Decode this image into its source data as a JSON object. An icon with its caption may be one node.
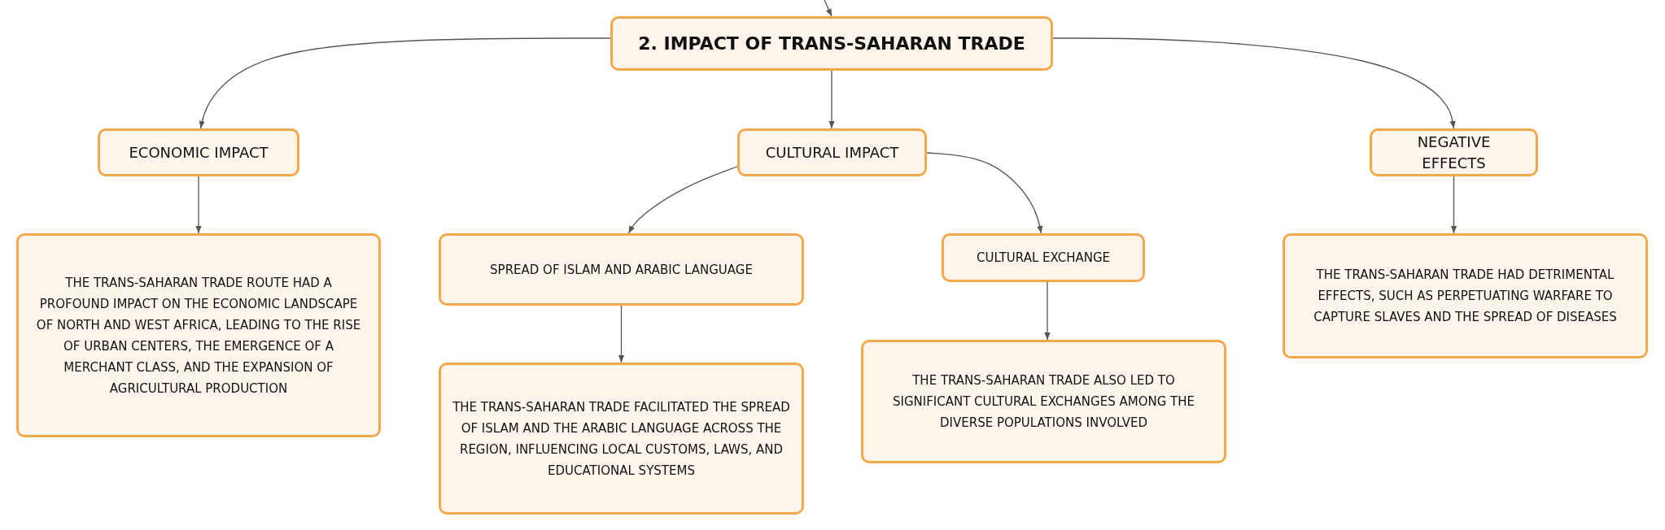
{
  "diagram": {
    "nodes": [
      {
        "text": [
          "2. IMPACT OF TRANS-SAHARAN TRADE"
        ]
      },
      {
        "text": [
          "ECONOMIC IMPACT"
        ]
      },
      {
        "text": [
          "CULTURAL IMPACT"
        ]
      },
      {
        "text": [
          "NEGATIVE EFFECTS"
        ]
      },
      {
        "text": [
          "THE TRANS-SAHARAN TRADE ROUTE HAD A PROFOUND IMPACT ON THE ECONOMIC LANDSCAPE OF NORTH AND WEST AFRICA, LEADING TO THE RISE OF URBAN CENTERS, THE EMERGENCE OF A MERCHANT CLASS, AND THE EXPANSION OF AGRICULTURAL PRODUCTION"
        ]
      },
      {
        "text": [
          "SPREAD OF ISLAM AND ARABIC LANGUAGE"
        ]
      },
      {
        "text": [
          "CULTURAL EXCHANGE"
        ]
      },
      {
        "text": [
          "THE TRANS-SAHARAN TRADE HAD DETRIMENTAL EFFECTS, SUCH AS PERPETUATING WARFARE TO CAPTURE SLAVES AND THE SPREAD OF DISEASES"
        ]
      },
      {
        "text": [
          "THE TRANS-SAHARAN TRADE FACILITATED THE SPREAD OF ISLAM AND THE ARABIC LANGUAGE ACROSS THE REGION, INFLUENCING LOCAL CUSTOMS, LAWS, AND EDUCATIONAL SYSTEMS"
        ]
      },
      {
        "text": [
          "THE TRANS-SAHARAN TRADE ALSO LED TO SIGNIFICANT CULTURAL EXCHANGES AMONG THE DIVERSE POPULATIONS INVOLVED"
        ]
      }
    ],
    "edges": [
      {
        "from": null,
        "to": 0,
        "arrow": "to"
      },
      {
        "from": 0,
        "to": 1,
        "arrow": "to"
      },
      {
        "from": 0,
        "to": 2,
        "arrow": "to"
      },
      {
        "from": 0,
        "to": 3,
        "arrow": "to"
      },
      {
        "from": 1,
        "to": 4,
        "arrow": "to"
      },
      {
        "from": 2,
        "to": 5,
        "arrow": "to"
      },
      {
        "from": 2,
        "to": 6,
        "arrow": "to"
      },
      {
        "from": 3,
        "to": 7,
        "arrow": "to"
      },
      {
        "from": 5,
        "to": 8,
        "arrow": "to"
      },
      {
        "from": 6,
        "to": 9,
        "arrow": "to"
      }
    ]
  }
}
